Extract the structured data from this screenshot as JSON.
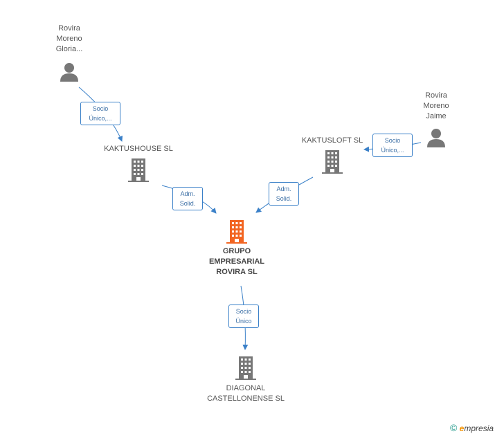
{
  "nodes": {
    "rovira_gloria": {
      "label": "Rovira\nMoreno\nGloria..."
    },
    "rovira_jaime": {
      "label": "Rovira\nMoreno\nJaime"
    },
    "kaktushouse": {
      "label": "KAKTUSHOUSE SL"
    },
    "kaktusloft": {
      "label": "KAKTUSLOFT SL"
    },
    "grupo": {
      "label": "GRUPO\nEMPRESARIAL\nROVIRA SL"
    },
    "diagonal": {
      "label": "DIAGONAL\nCASTELLONENSE SL"
    }
  },
  "edges": [
    {
      "label": "Socio\nÚnico,...",
      "from": "rovira_gloria",
      "to": "kaktushouse"
    },
    {
      "label": "Socio\nÚnico,...",
      "from": "rovira_jaime",
      "to": "kaktusloft"
    },
    {
      "label": "Adm.\nSolid.",
      "from": "kaktushouse",
      "to": "grupo"
    },
    {
      "label": "Adm.\nSolid.",
      "from": "kaktusloft",
      "to": "grupo"
    },
    {
      "label": "Socio\nÚnico",
      "from": "grupo",
      "to": "diagonal"
    }
  ],
  "footer": {
    "copyright": "©",
    "brand_e": "e",
    "brand_rest": "mpresia"
  },
  "colors": {
    "edge": "#3a80c8",
    "building": "#777777",
    "building_main": "#f26522",
    "person": "#777777"
  }
}
